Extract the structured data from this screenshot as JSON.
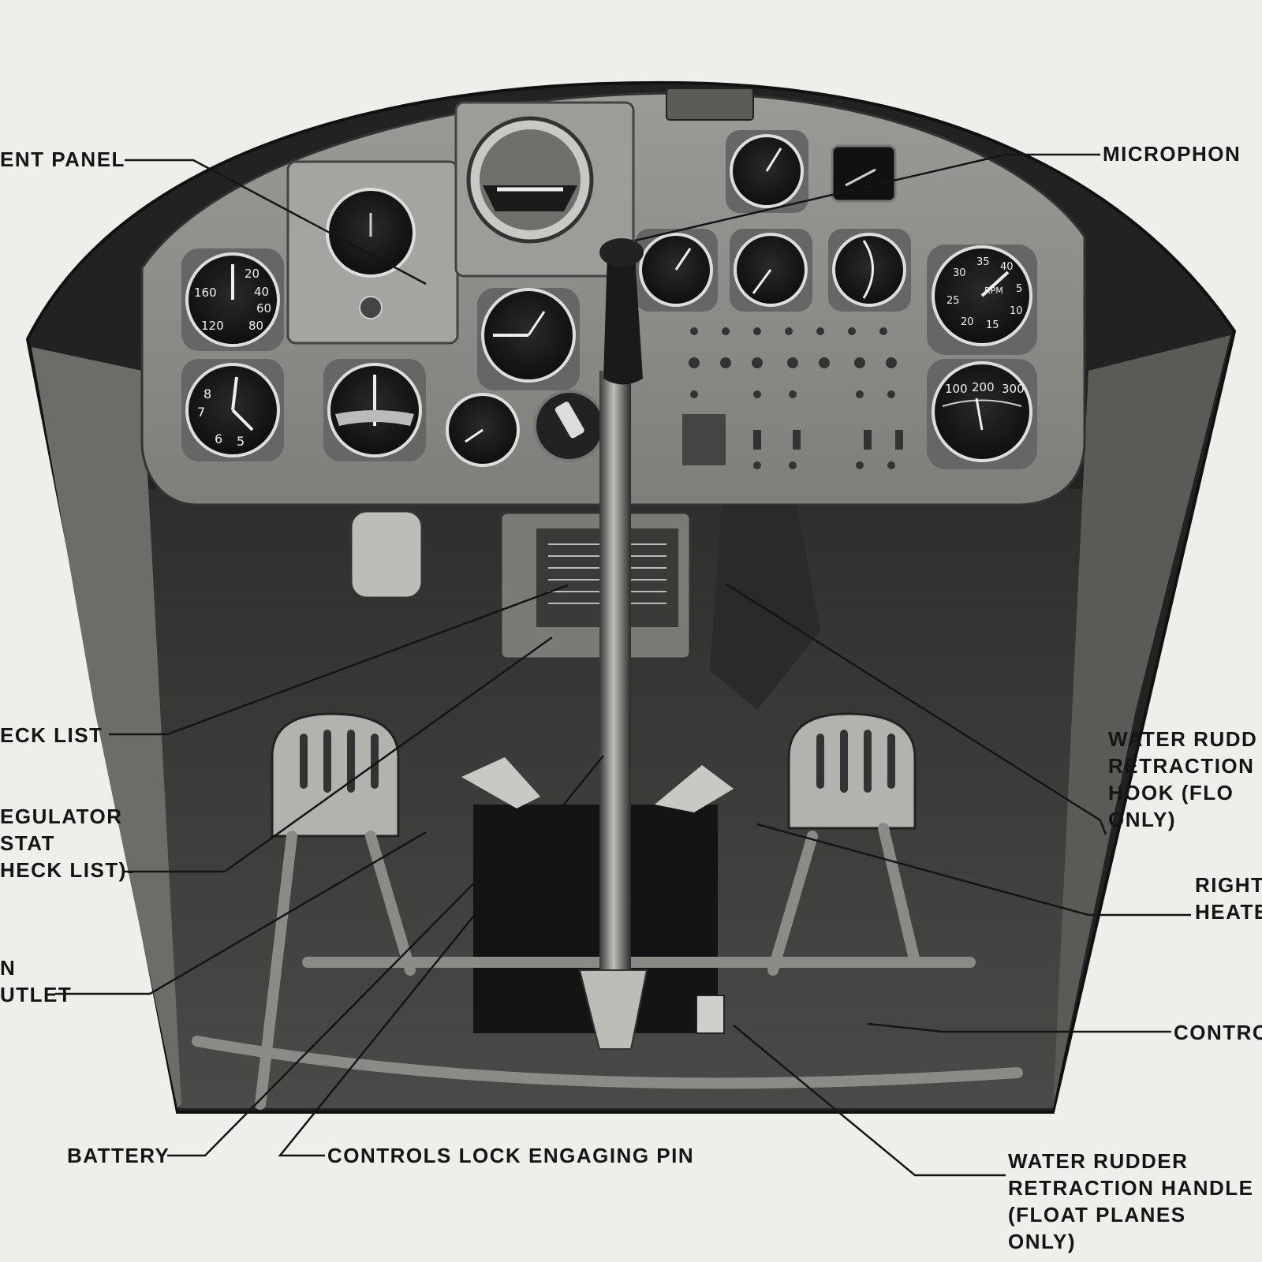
{
  "colors": {
    "paper": "#eeeeea",
    "photo_dark": "#1e1e1e",
    "panel_gray": "#8a8a86",
    "ink": "#151515"
  },
  "labels": {
    "instrument_panel": "ENT PANEL",
    "microphone": "MICROPHON",
    "check_list": "ECK LIST",
    "regulator": [
      "EGULATOR",
      "STAT",
      "HECK LIST)-"
    ],
    "outlet": [
      "N",
      "UTLET"
    ],
    "battery": "BATTERY",
    "controls_lock_pin": "CONTROLS LOCK ENGAGING PIN",
    "water_rudder_hook": [
      "WATER RUDD",
      "RETRACTION",
      "HOOK (FLO",
      "ONLY)"
    ],
    "right_heater": [
      "RIGHT",
      "HEATE"
    ],
    "control": "CONTRO",
    "water_rudder_handle": [
      "WATER RUDDER",
      "RETRACTION HANDLE",
      "(FLOAT PLANES",
      "ONLY)"
    ]
  },
  "gauge_text": {
    "airspeed": [
      "20",
      "40",
      "60",
      "80",
      "120",
      "160"
    ],
    "clock": [
      "7",
      "8",
      "6",
      "5"
    ],
    "tachometer": [
      "RPM",
      "30",
      "35",
      "40",
      "25",
      "15",
      "10",
      "20",
      "5"
    ],
    "temp": [
      "100",
      "200",
      "300"
    ]
  }
}
